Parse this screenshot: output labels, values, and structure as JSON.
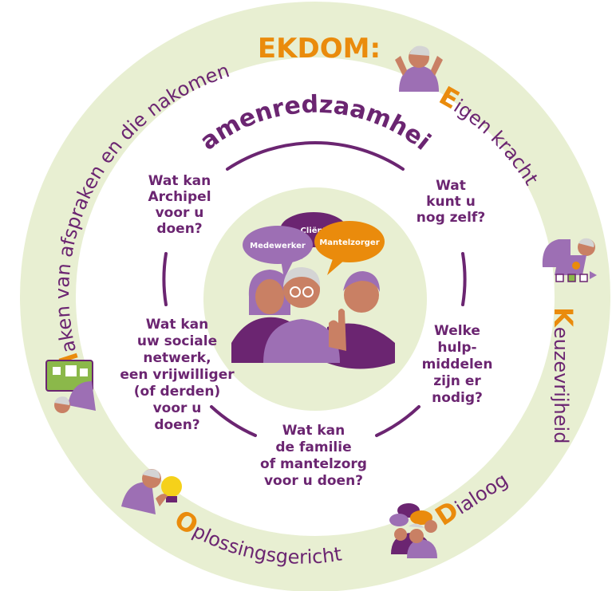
{
  "header": {
    "ekdom": "EKDOM:"
  },
  "ring": {
    "eigen_initial": "E",
    "eigen_rest": "igen kracht",
    "keuze_initial": "K",
    "keuze_rest": "euzevrijheid",
    "dialoog_initial": "D",
    "dialoog_rest": "ialoog",
    "oplossing_initial": "O",
    "oplossing_rest": "plossingsgericht",
    "maken_initial": "M",
    "maken_rest": "aken van afspraken en die nakomen"
  },
  "center": {
    "title": "Samenredzaamheid"
  },
  "bubbles": {
    "medewerker": "Medewerker",
    "client": "Cliënt",
    "mantelzorger": "Mantelzorger"
  },
  "questions": {
    "archipel": [
      "Wat kan",
      "Archipel",
      "voor u",
      "doen?"
    ],
    "zelf": [
      "Wat",
      "kunt u",
      "nog zelf?"
    ],
    "hulpmiddelen": [
      "Welke",
      "hulp-",
      "middelen",
      "zijn er",
      "nodig?"
    ],
    "familie": [
      "Wat kan",
      "de familie",
      "of mantelzorg",
      "voor u doen?"
    ],
    "netwerk": [
      "Wat kan",
      "uw sociale",
      "netwerk,",
      "een vrijwilliger",
      "(of derden)",
      "voor u",
      "doen?"
    ]
  },
  "colors": {
    "purple": "#6b2571",
    "orange": "#ea8b0c",
    "light_green": "#e8efd2",
    "mid_purple": "#9d6fb4"
  },
  "icons": [
    "strong-person-icon",
    "laptop-person-icon",
    "group-talk-icon",
    "lightbulb-person-icon",
    "presentation-person-icon"
  ]
}
